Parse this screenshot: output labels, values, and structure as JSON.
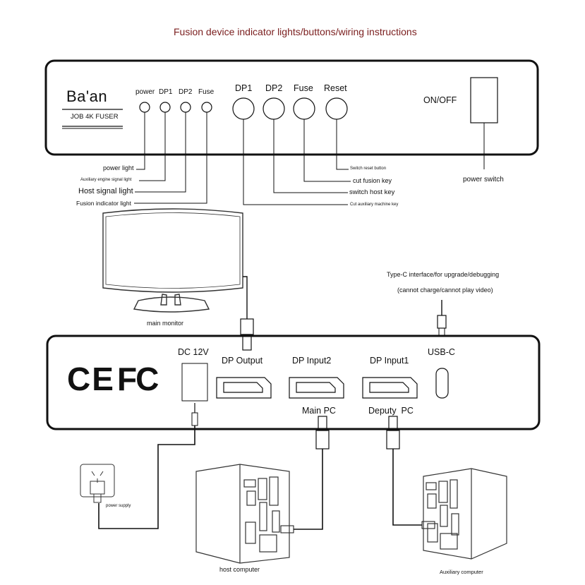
{
  "title": "Fusion device indicator lights/buttons/wiring instructions",
  "front_panel": {
    "brand": "Ba'an",
    "model": "JOB 4K FUSER",
    "indicator_labels": [
      "power",
      "DP1",
      "DP2",
      "Fuse"
    ],
    "button_labels": [
      "DP1",
      "DP2",
      "Fuse",
      "Reset"
    ],
    "switch_label": "ON/OFF",
    "power_switch_caption": "power switch"
  },
  "callouts": {
    "power_light": "power light",
    "auxiliary_signal_light": "Auxiliary engine signal light",
    "host_signal_light": "Host signal light",
    "fusion_indicator_light": "Fusion indicator light",
    "switch_reset_button": "Switch reset button",
    "cut_fusion_key": "cut fusion key",
    "switch_host_key": "switch host key",
    "cut_auxiliary_machine_key": "Cut auxiliary machine key"
  },
  "monitor_caption": "main monitor",
  "usbc_note": {
    "line1": "Type-C interface/for upgrade/debugging",
    "line2": "(cannot charge/cannot play video)"
  },
  "back_panel": {
    "ce_mark": "CE",
    "fc_mark": "FC",
    "dc_label": "DC 12V",
    "ports": [
      "DP Output",
      "DP Input2",
      "DP Input1"
    ],
    "usbc_label": "USB-C",
    "main_pc_label": "Main PC",
    "deputy_pc_label": "Deputy  PC"
  },
  "power_supply_caption": "power supply",
  "host_computer_caption": "host computer",
  "auxiliary_computer_caption": "Auxiliary computer"
}
